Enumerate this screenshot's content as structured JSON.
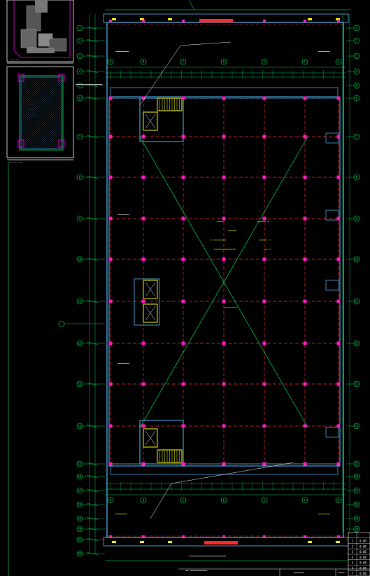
{
  "drawing": {
    "background": "#000000",
    "colors": {
      "grid_red": "#ff2a2a",
      "wall_cyan": "#4fc3ff",
      "green": "#00ff66",
      "white": "#ffffff",
      "yellow": "#ffff00",
      "magenta": "#ff00ff",
      "column": "#ff1cc8"
    },
    "row_bubbles": [
      "1",
      "2",
      "3",
      "4",
      "5",
      "6",
      "7",
      "8",
      "9",
      "10",
      "11",
      "12",
      "13",
      "14",
      "15",
      "16",
      "17",
      "18",
      "19",
      "20",
      "21",
      "22"
    ],
    "col_bubbles": [
      "A",
      "B",
      "C",
      "D",
      "E",
      "F",
      "G"
    ],
    "notes": [
      "1:1",
      "1:1"
    ],
    "title_block": {
      "rows": [
        "1",
        "2",
        "3",
        "4",
        "5",
        "6",
        "7"
      ],
      "values": [
        "0.00",
        "0.00",
        "0.00",
        "0.00",
        "0.00",
        "0.00",
        "0.00"
      ]
    }
  }
}
